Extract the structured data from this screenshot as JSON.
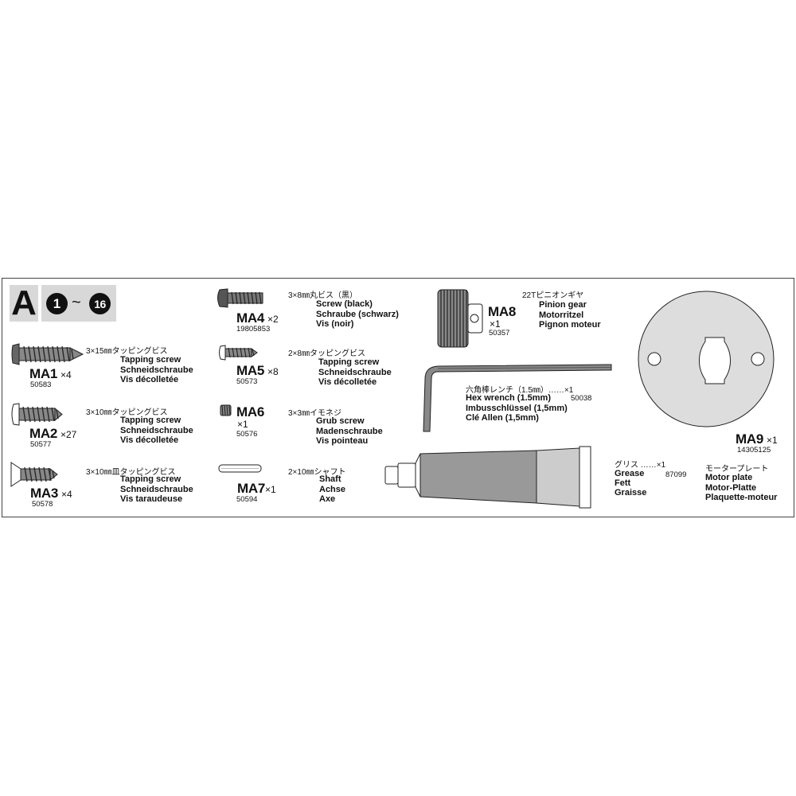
{
  "header": {
    "letter": "A",
    "step_from": "1",
    "range_sep": "~",
    "step_to": "16"
  },
  "parts": {
    "ma1": {
      "code": "MA1",
      "qty": "×4",
      "number": "50583",
      "jp": "3×15㎜タッピングビス",
      "en": "Tapping screw",
      "de": "Schneidschraube",
      "fr": "Vis décolletée"
    },
    "ma2": {
      "code": "MA2",
      "qty": "×27",
      "number": "50577",
      "jp": "3×10㎜タッピングビス",
      "en": "Tapping screw",
      "de": "Schneidschraube",
      "fr": "Vis décolletée"
    },
    "ma3": {
      "code": "MA3",
      "qty": "×4",
      "number": "50578",
      "jp": "3×10㎜皿タッピングビス",
      "en": "Tapping screw",
      "de": "Schneidschraube",
      "fr": "Vis taraudeuse"
    },
    "ma4": {
      "code": "MA4",
      "qty": "×2",
      "number": "19805853",
      "jp": "3×8㎜丸ビス（黒）",
      "en": "Screw (black)",
      "de": "Schraube (schwarz)",
      "fr": "Vis (noir)"
    },
    "ma5": {
      "code": "MA5",
      "qty": "×8",
      "number": "50573",
      "jp": "2×8㎜タッピングビス",
      "en": "Tapping screw",
      "de": "Schneidschraube",
      "fr": "Vis décolletée"
    },
    "ma6": {
      "code": "MA6",
      "qty": "×1",
      "number": "50576",
      "jp": "3×3㎜イモネジ",
      "en": "Grub screw",
      "de": "Madenschraube",
      "fr": "Vis pointeau"
    },
    "ma7": {
      "code": "MA7",
      "qty": "×1",
      "number": "50594",
      "jp": "2×10㎜シャフト",
      "en": "Shaft",
      "de": "Achse",
      "fr": "Axe"
    },
    "ma8": {
      "code": "MA8",
      "qty": "×1",
      "number": "50357",
      "jp": "22Tピニオンギヤ",
      "en": "Pinion gear",
      "de": "Motorritzel",
      "fr": "Pignon moteur"
    },
    "ma9": {
      "code": "MA9",
      "qty": "×1",
      "number": "14305125",
      "jp": "モータープレート",
      "en": "Motor plate",
      "de": "Motor-Platte",
      "fr": "Plaquette-moteur"
    },
    "hex": {
      "jp": "六角棒レンチ（1.5㎜）……×1",
      "en": "Hex wrench (1.5mm)",
      "number": "50038",
      "de": "Imbusschlüssel (1,5mm)",
      "fr": "Clé Allen (1,5mm)"
    },
    "grease": {
      "jp": "グリス ……×1",
      "en": "Grease",
      "number": "87099",
      "de": "Fett",
      "fr": "Graisse"
    }
  }
}
